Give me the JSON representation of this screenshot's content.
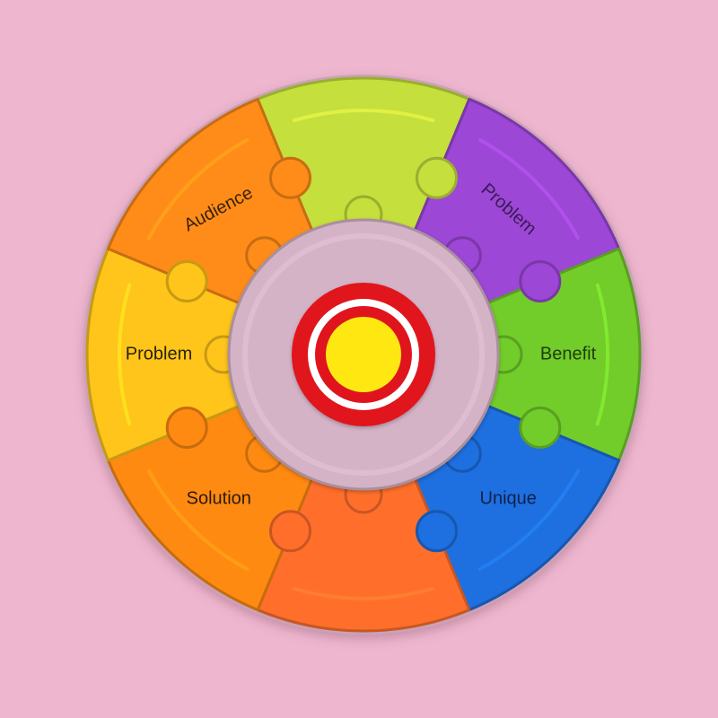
{
  "background_color": "#eeb7cf",
  "puzzle": {
    "segments": [
      {
        "id": "top",
        "label": "",
        "color": "#c5df3c",
        "text_color": "#2a2a2a"
      },
      {
        "id": "top-right",
        "label": "Problem",
        "color": "#9c47d6",
        "text_color": "#3a1a55"
      },
      {
        "id": "right",
        "label": "Benefit",
        "color": "#72cc2a",
        "text_color": "#1f3d10"
      },
      {
        "id": "bottom-right",
        "label": "Unique",
        "color": "#1e6fe0",
        "text_color": "#10224a"
      },
      {
        "id": "bottom",
        "label": "",
        "color": "#ff6f2b",
        "text_color": "#2a2a2a"
      },
      {
        "id": "bottom-left",
        "label": "Solution",
        "color": "#ff8a12",
        "text_color": "#2a1a08"
      },
      {
        "id": "left",
        "label": "Problem",
        "color": "#ffc51a",
        "text_color": "#2a2208"
      },
      {
        "id": "top-left",
        "label": "Audience",
        "color": "#ff8c19",
        "text_color": "#3a2208"
      }
    ],
    "hub": {
      "gear_color": "#d4b3c6",
      "target_outer_color": "#e0141d",
      "target_ring_color": "#ffffff",
      "target_inner_color": "#ffe812"
    }
  }
}
